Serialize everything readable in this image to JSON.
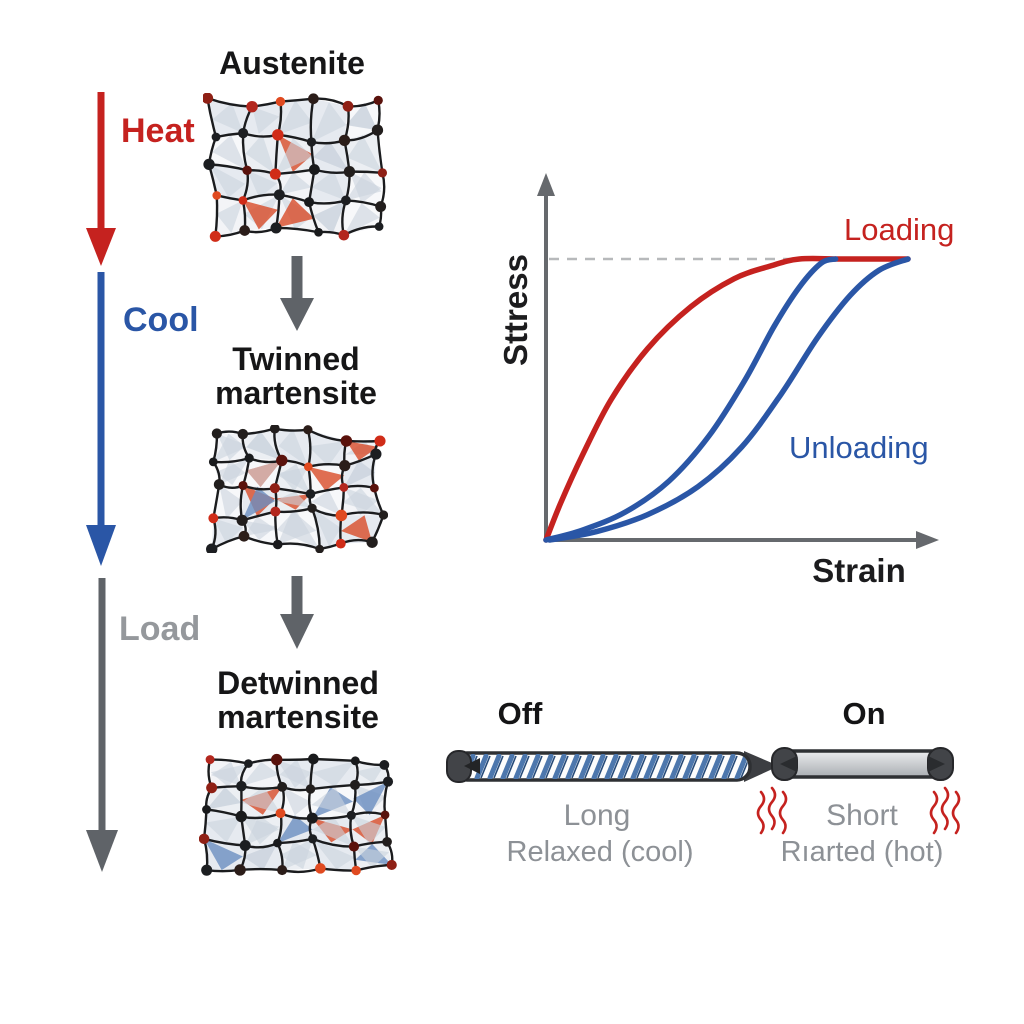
{
  "palette": {
    "red": "#c5221f",
    "blue": "#2a56a6",
    "arrow_gray": "#5f6368",
    "load_text_gray": "#95989c",
    "axis_gray": "#66696d",
    "dashed_gray": "#b7b9bb",
    "rod_outline": "#2e3033",
    "rod_cap": "#424448",
    "hatch_blue": "#4d77ad",
    "heat_squiggle_red": "#c5221f",
    "lattice_node_blacks": [
      "#191a1c",
      "#221e1d",
      "#1c1e21",
      "#2b1d19"
    ],
    "lattice_node_reds": [
      "#d02c18",
      "#b3271e",
      "#e04a20",
      "#8f2015",
      "#5a120c"
    ],
    "lattice_cell_fills": [
      "#f3f4f7",
      "#eceff3",
      "#e6eaf0",
      "#f7f8fa"
    ],
    "lattice_cone_gray": "#ccd3dd",
    "lattice_cone_red": "#d84b28",
    "lattice_cone_blue": "#6c8fc0",
    "lattice_edge": "#1b1c1e"
  },
  "left_flow": {
    "arrows": [
      {
        "name": "heat",
        "label": "Heat"
      },
      {
        "name": "cool",
        "label": "Cool"
      },
      {
        "name": "load",
        "label": "Load"
      }
    ]
  },
  "phases": [
    {
      "title": "Austenite",
      "title2": ""
    },
    {
      "title": "Twinned",
      "title2": "martensite"
    },
    {
      "title": "Detwinned",
      "title2": "martensite"
    }
  ],
  "chart_data": {
    "type": "line",
    "title": "",
    "xlabel": "Strain",
    "ylabel": "Sttress",
    "grid": false,
    "legend_position": "inline-annotations",
    "axis_range": {
      "strain": [
        0,
        1
      ],
      "stress": [
        0,
        1
      ]
    },
    "dashed_guide_stress": 1.0,
    "legend": [
      {
        "label": "Loading",
        "color": "#c5221f"
      },
      {
        "label": "Unloading",
        "color": "#2a56a6"
      }
    ],
    "series": [
      {
        "name": "Loading",
        "color": "#c5221f",
        "points": [
          [
            0,
            0
          ],
          [
            0.04,
            0.13
          ],
          [
            0.1,
            0.3
          ],
          [
            0.18,
            0.5
          ],
          [
            0.28,
            0.68
          ],
          [
            0.4,
            0.83
          ],
          [
            0.52,
            0.93
          ],
          [
            0.62,
            0.975
          ],
          [
            0.7,
            1.0
          ],
          [
            0.82,
            1.0
          ],
          [
            1.0,
            1.0
          ]
        ]
      },
      {
        "name": "Unloading (inner)",
        "color": "#2a56a6",
        "points": [
          [
            0,
            0
          ],
          [
            0.1,
            0.035
          ],
          [
            0.22,
            0.1
          ],
          [
            0.34,
            0.21
          ],
          [
            0.45,
            0.37
          ],
          [
            0.55,
            0.57
          ],
          [
            0.63,
            0.76
          ],
          [
            0.7,
            0.9
          ],
          [
            0.76,
            0.985
          ],
          [
            0.8,
            1.0
          ]
        ]
      },
      {
        "name": "Unloading (outer)",
        "color": "#2a56a6",
        "points": [
          [
            0.01,
            0
          ],
          [
            0.14,
            0.03
          ],
          [
            0.28,
            0.09
          ],
          [
            0.42,
            0.19
          ],
          [
            0.54,
            0.33
          ],
          [
            0.65,
            0.52
          ],
          [
            0.75,
            0.72
          ],
          [
            0.84,
            0.87
          ],
          [
            0.92,
            0.96
          ],
          [
            1.0,
            1.0
          ]
        ]
      }
    ]
  },
  "actuator": {
    "off": {
      "heading": "Off",
      "state_label": "Long",
      "sub_label": "Relaxed (cool)"
    },
    "on": {
      "heading": "On",
      "state_label": "Short",
      "sub_label": "Rıarted (hot)"
    }
  },
  "lattices": [
    {
      "name": "austenite-lattice",
      "cols": 6,
      "rows": 5,
      "width": 188,
      "height": 150,
      "seed": 7,
      "jitter": 0.34,
      "wave": 1.5
    },
    {
      "name": "twinned-lattice",
      "cols": 6,
      "rows": 5,
      "width": 182,
      "height": 128,
      "seed": 13,
      "jitter": 0.4,
      "wave": 4.0
    },
    {
      "name": "detwinned-lattice",
      "cols": 6,
      "rows": 5,
      "width": 198,
      "height": 130,
      "seed": 42,
      "jitter": 0.3,
      "wave": 2.2
    }
  ]
}
